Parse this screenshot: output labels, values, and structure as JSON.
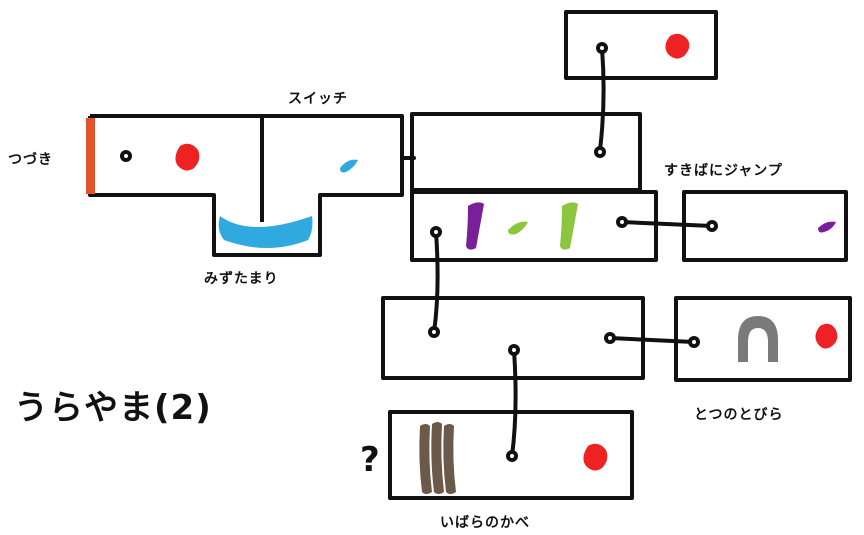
{
  "title": "うらやま(2)",
  "labels": {
    "tsuzuki": "つづき",
    "switch": "スイッチ",
    "puddle": "みずたまり",
    "warp": "すきばにジャンプ",
    "iron_door": "とつのとびら",
    "thorn_wall": "いばらのかべ",
    "unknown": "?"
  },
  "colors": {
    "outline": "#111111",
    "red_item": "#ee2222",
    "water": "#2fa9df",
    "entrance": "#e0552a",
    "purple": "#7a1f9a",
    "green": "#8cc63f",
    "gray": "#7a7a7a",
    "brown": "#6b5a4a"
  },
  "icons": {
    "door_node": "door-node-icon",
    "red_flame": "red-flame-icon",
    "switch": "switch-icon",
    "arch": "arch-door-icon",
    "thorns": "thorn-wall-icon"
  }
}
